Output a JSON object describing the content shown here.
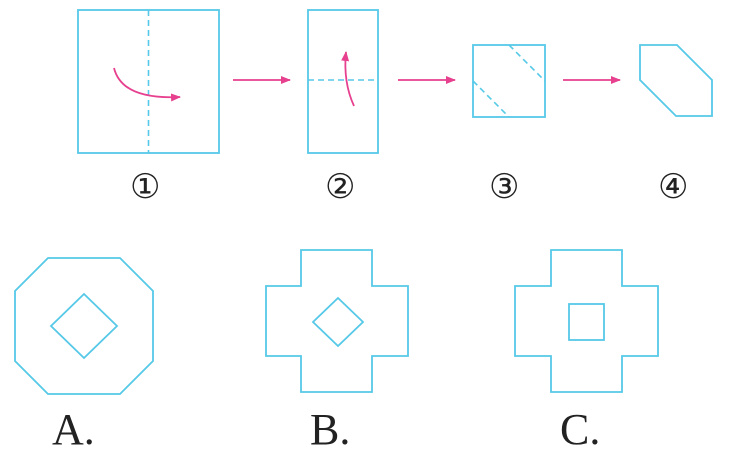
{
  "colors": {
    "shape_stroke": "#56c9e8",
    "arrow": "#e6408f",
    "text": "#222222"
  },
  "steps": [
    {
      "label": "①"
    },
    {
      "label": "②"
    },
    {
      "label": "③"
    },
    {
      "label": "④"
    }
  ],
  "options": [
    {
      "label": "A."
    },
    {
      "label": "B."
    },
    {
      "label": "C."
    }
  ]
}
